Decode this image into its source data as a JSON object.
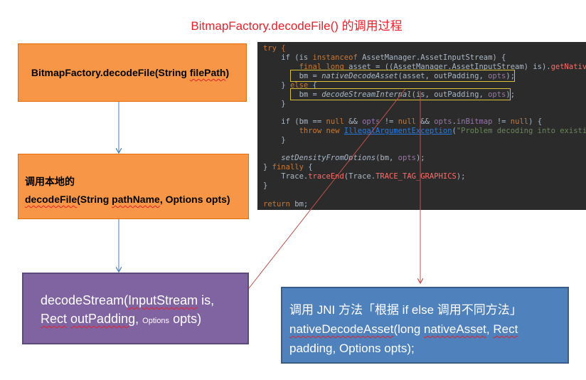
{
  "title": "BitmapFactory.decodeFile() 的调用过程",
  "box1": {
    "text_a": "BitmapFactory.decodeFile(String ",
    "text_b": "filePath",
    "text_c": ")"
  },
  "box2": {
    "line1": "调用本地的",
    "line2_a": "decodeFile",
    "line2_b": "(String ",
    "line2_c": "pathName",
    "line2_d": ", Options opts)"
  },
  "box3": {
    "a": "decodeStream",
    "b": "(",
    "c": "InputStream",
    "d": " is,",
    "e": "Rect",
    "f": " ",
    "g": "outPadding",
    "h": ", ",
    "i": "Options",
    "j": " opts)"
  },
  "box4": {
    "line1": "调用 JNI 方法「根据 if else 调用不同方法」",
    "a": "nativeDecodeAsset",
    "b": "(long ",
    "c": "nativeAsset",
    "d": ", ",
    "e": "Rect",
    "f": "padding, Options opts);"
  },
  "code": {
    "l1": "try {",
    "l2a": "    if (is ",
    "l2b": "instanceof",
    "l2c": " AssetManager.AssetInputStream) {",
    "l3a": "        final long",
    "l3b": " asset = ((AssetManager.AssetInputStream) is).",
    "l3c": "getNativeA",
    "l4a": "        bm = ",
    "l4b": "nativeDecodeAsset",
    "l4c": "(asset, outPadding, ",
    "l4d": "opts",
    "l4e": ");",
    "l5a": "    } ",
    "l5b": "else",
    "l5c": " {",
    "l6a": "        bm = ",
    "l6b": "decodeStreamInternal",
    "l6c": "(is, outPadding, ",
    "l6d": "opts",
    "l6e": ");",
    "l7": "    }",
    "l8a": "    if (bm == ",
    "l8b": "null",
    "l8c": " && ",
    "l8d": "opts",
    "l8e": " != ",
    "l8f": "null",
    "l8g": " && ",
    "l8h": "opts",
    "l8i": ".",
    "l8j": "inBitmap",
    "l8k": " != ",
    "l8l": "null",
    "l8m": ") {",
    "l9a": "        throw new ",
    "l9b": "IllegalArgumentException",
    "l9c": "(",
    "l9d": "\"Problem decoding into existing",
    "l10": "    }",
    "l11a": "    ",
    "l11b": "setDensityFromOptions",
    "l11c": "(bm, ",
    "l11d": "opts",
    "l11e": ");",
    "l12a": "} ",
    "l12b": "finally",
    "l12c": " {",
    "l13a": "    Trace.",
    "l13b": "traceEnd",
    "l13c": "(Trace.",
    "l13d": "TRACE_TAG_GRAPHICS",
    "l13e": ");",
    "l14": "}",
    "l15a": "return",
    "l15b": " bm;"
  }
}
